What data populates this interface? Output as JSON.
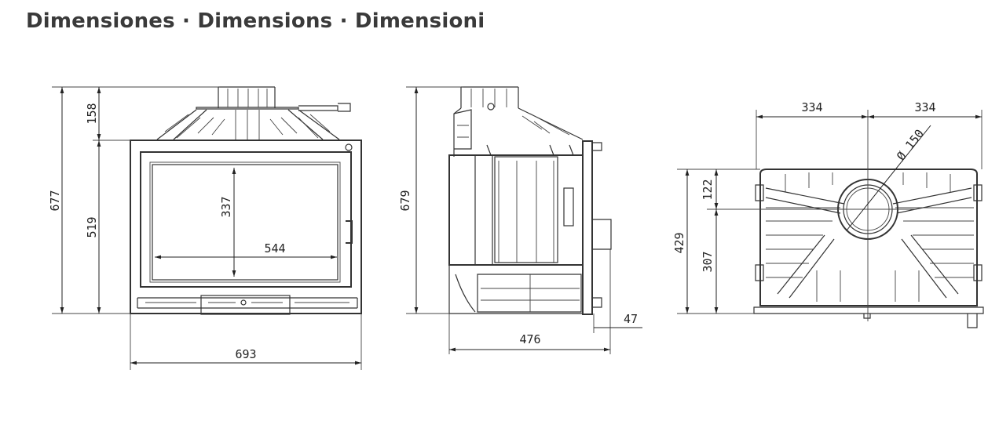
{
  "title": "Dimensiones · Dimensions · Dimensioni",
  "front_view": {
    "dims": {
      "overall_height": "677",
      "top_height": "158",
      "door_height": "519",
      "glass_height": "337",
      "glass_width": "544",
      "overall_width": "693"
    }
  },
  "side_view": {
    "dims": {
      "overall_height": "679",
      "depth": "476",
      "frame_depth": "47"
    }
  },
  "top_view": {
    "dims": {
      "left_half_width": "334",
      "right_half_width": "334",
      "flue_diameter": "Ø 150",
      "overall_depth": "429",
      "front_to_flue": "122",
      "flue_to_back": "307"
    }
  }
}
